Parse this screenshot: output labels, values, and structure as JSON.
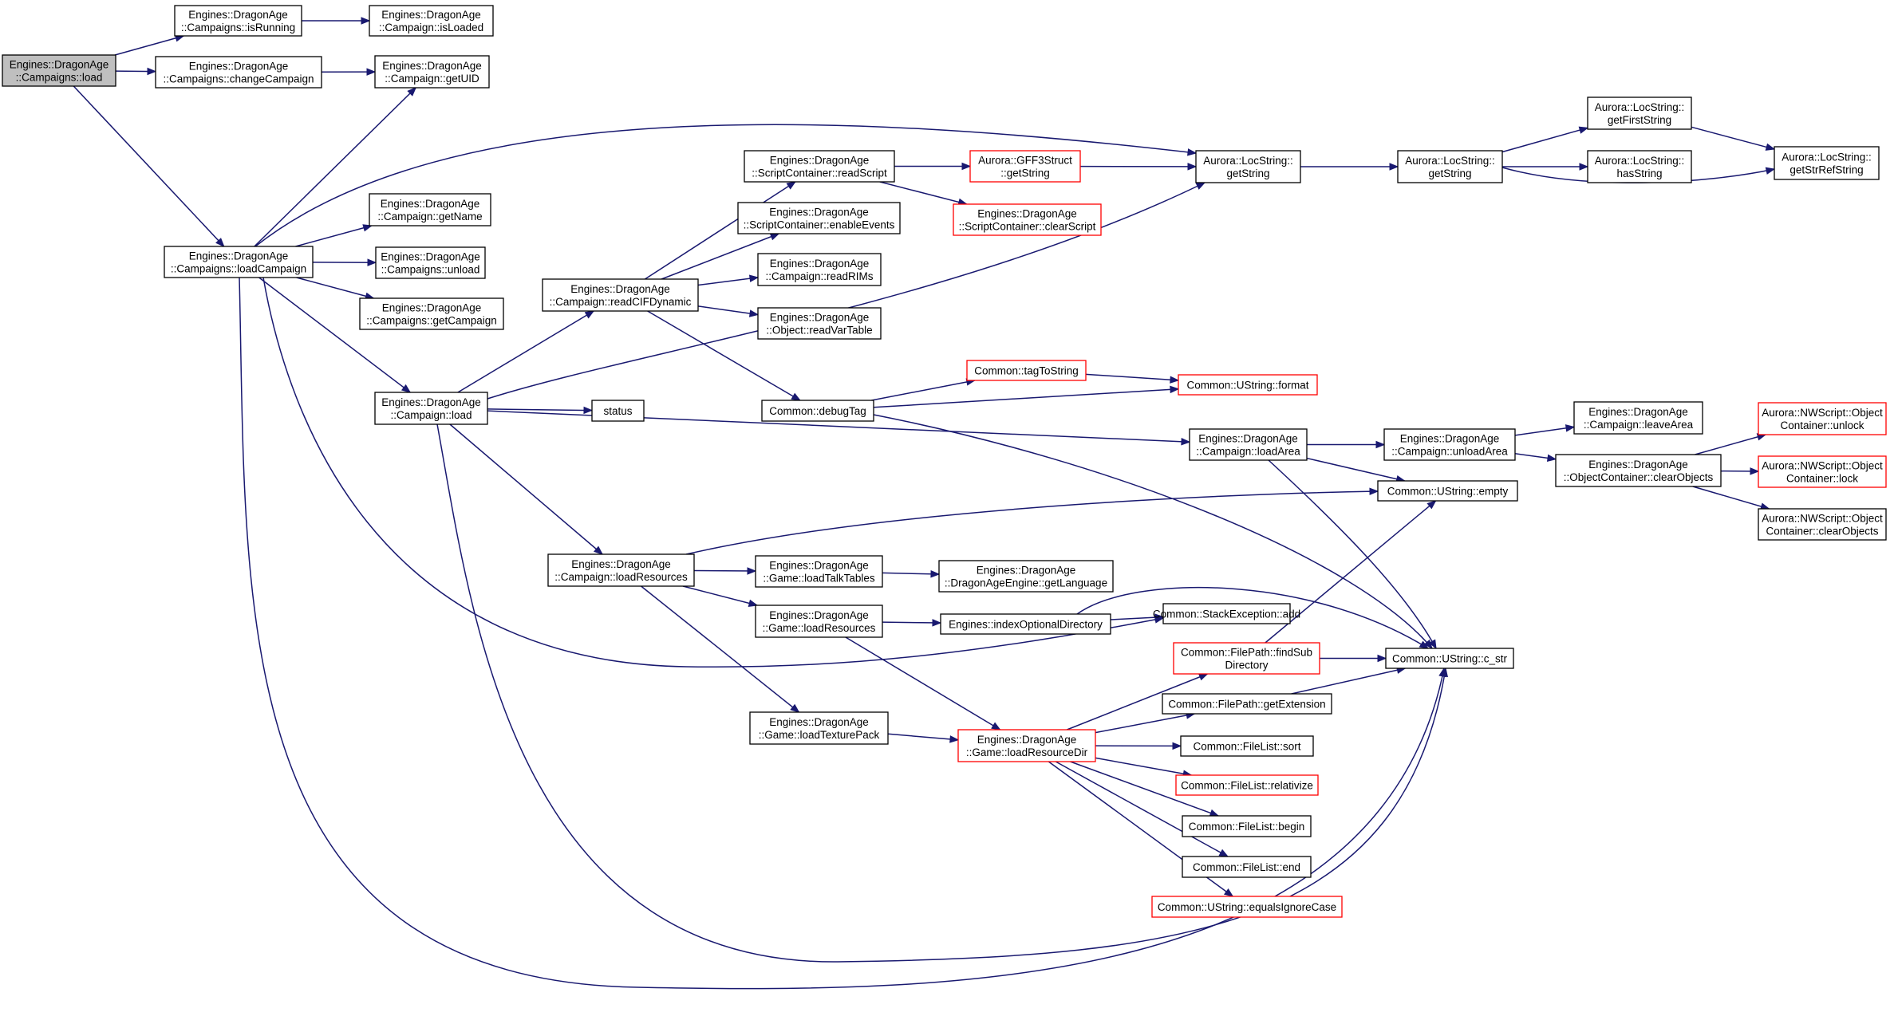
{
  "colors": {
    "edge": "#191970",
    "node_border": "#000000",
    "node_border_truncated": "#ff0000",
    "root_fill": "#bfbfbf",
    "node_fill": "#ffffff"
  },
  "nodes": [
    {
      "id": "n_campaigns_load",
      "lines": [
        "Engines::DragonAge",
        "::Campaigns::load"
      ],
      "kind": "root"
    },
    {
      "id": "n_isRunning",
      "lines": [
        "Engines::DragonAge",
        "::Campaigns::isRunning"
      ],
      "kind": "normal"
    },
    {
      "id": "n_isLoaded",
      "lines": [
        "Engines::DragonAge",
        "::Campaign::isLoaded"
      ],
      "kind": "normal"
    },
    {
      "id": "n_changeCampaign",
      "lines": [
        "Engines::DragonAge",
        "::Campaigns::changeCampaign"
      ],
      "kind": "normal"
    },
    {
      "id": "n_getUID",
      "lines": [
        "Engines::DragonAge",
        "::Campaign::getUID"
      ],
      "kind": "normal"
    },
    {
      "id": "n_loadCampaign",
      "lines": [
        "Engines::DragonAge",
        "::Campaigns::loadCampaign"
      ],
      "kind": "normal"
    },
    {
      "id": "n_getName",
      "lines": [
        "Engines::DragonAge",
        "::Campaign::getName"
      ],
      "kind": "normal"
    },
    {
      "id": "n_unload",
      "lines": [
        "Engines::DragonAge",
        "::Campaigns::unload"
      ],
      "kind": "normal"
    },
    {
      "id": "n_getCampaign",
      "lines": [
        "Engines::DragonAge",
        "::Campaigns::getCampaign"
      ],
      "kind": "normal"
    },
    {
      "id": "n_campaign_load",
      "lines": [
        "Engines::DragonAge",
        "::Campaign::load"
      ],
      "kind": "normal"
    },
    {
      "id": "n_readCIFDynamic",
      "lines": [
        "Engines::DragonAge",
        "::Campaign::readCIFDynamic"
      ],
      "kind": "normal"
    },
    {
      "id": "n_readScript",
      "lines": [
        "Engines::DragonAge",
        "::ScriptContainer::readScript"
      ],
      "kind": "normal"
    },
    {
      "id": "n_enableEvents",
      "lines": [
        "Engines::DragonAge",
        "::ScriptContainer::enableEvents"
      ],
      "kind": "normal"
    },
    {
      "id": "n_readRIMs",
      "lines": [
        "Engines::DragonAge",
        "::Campaign::readRIMs"
      ],
      "kind": "normal"
    },
    {
      "id": "n_readVarTable",
      "lines": [
        "Engines::DragonAge",
        "::Object::readVarTable"
      ],
      "kind": "normal"
    },
    {
      "id": "n_gff3_getString",
      "lines": [
        "Aurora::GFF3Struct",
        "::getString"
      ],
      "kind": "truncated"
    },
    {
      "id": "n_clearScript",
      "lines": [
        "Engines::DragonAge",
        "::ScriptContainer::clearScript"
      ],
      "kind": "truncated"
    },
    {
      "id": "n_loc_getString1",
      "lines": [
        "Aurora::LocString::",
        "getString"
      ],
      "kind": "normal"
    },
    {
      "id": "n_loc_getString2",
      "lines": [
        "Aurora::LocString::",
        "getString"
      ],
      "kind": "normal"
    },
    {
      "id": "n_getFirstString",
      "lines": [
        "Aurora::LocString::",
        "getFirstString"
      ],
      "kind": "normal"
    },
    {
      "id": "n_hasString",
      "lines": [
        "Aurora::LocString::",
        "hasString"
      ],
      "kind": "normal"
    },
    {
      "id": "n_getStrRefString",
      "lines": [
        "Aurora::LocString::",
        "getStrRefString"
      ],
      "kind": "normal"
    },
    {
      "id": "n_status",
      "lines": [
        "status"
      ],
      "kind": "normal"
    },
    {
      "id": "n_debugTag",
      "lines": [
        "Common::debugTag"
      ],
      "kind": "normal"
    },
    {
      "id": "n_tagToString",
      "lines": [
        "Common::tagToString"
      ],
      "kind": "truncated"
    },
    {
      "id": "n_format",
      "lines": [
        "Common::UString::format"
      ],
      "kind": "truncated"
    },
    {
      "id": "n_loadArea",
      "lines": [
        "Engines::DragonAge",
        "::Campaign::loadArea"
      ],
      "kind": "normal"
    },
    {
      "id": "n_unloadArea",
      "lines": [
        "Engines::DragonAge",
        "::Campaign::unloadArea"
      ],
      "kind": "normal"
    },
    {
      "id": "n_leaveArea",
      "lines": [
        "Engines::DragonAge",
        "::Campaign::leaveArea"
      ],
      "kind": "normal"
    },
    {
      "id": "n_clearObjects",
      "lines": [
        "Engines::DragonAge",
        "::ObjectContainer::clearObjects"
      ],
      "kind": "normal"
    },
    {
      "id": "n_nw_unlock",
      "lines": [
        "Aurora::NWScript::Object",
        "Container::unlock"
      ],
      "kind": "truncated"
    },
    {
      "id": "n_nw_lock",
      "lines": [
        "Aurora::NWScript::Object",
        "Container::lock"
      ],
      "kind": "truncated"
    },
    {
      "id": "n_nw_clearObjects",
      "lines": [
        "Aurora::NWScript::Object",
        "Container::clearObjects"
      ],
      "kind": "normal"
    },
    {
      "id": "n_empty",
      "lines": [
        "Common::UString::empty"
      ],
      "kind": "normal"
    },
    {
      "id": "n_campaign_loadResources",
      "lines": [
        "Engines::DragonAge",
        "::Campaign::loadResources"
      ],
      "kind": "normal"
    },
    {
      "id": "n_loadTalkTables",
      "lines": [
        "Engines::DragonAge",
        "::Game::loadTalkTables"
      ],
      "kind": "normal"
    },
    {
      "id": "n_getLanguage",
      "lines": [
        "Engines::DragonAge",
        "::DragonAgeEngine::getLanguage"
      ],
      "kind": "normal"
    },
    {
      "id": "n_game_loadResources",
      "lines": [
        "Engines::DragonAge",
        "::Game::loadResources"
      ],
      "kind": "normal"
    },
    {
      "id": "n_indexOptionalDirectory",
      "lines": [
        "Engines::indexOptionalDirectory"
      ],
      "kind": "normal"
    },
    {
      "id": "n_stackAdd",
      "lines": [
        "Common::StackException::add"
      ],
      "kind": "normal"
    },
    {
      "id": "n_c_str",
      "lines": [
        "Common::UString::c_str"
      ],
      "kind": "normal"
    },
    {
      "id": "n_findSubDirectory",
      "lines": [
        "Common::FilePath::findSub",
        "Directory"
      ],
      "kind": "truncated"
    },
    {
      "id": "n_getExtension",
      "lines": [
        "Common::FilePath::getExtension"
      ],
      "kind": "normal"
    },
    {
      "id": "n_loadTexturePack",
      "lines": [
        "Engines::DragonAge",
        "::Game::loadTexturePack"
      ],
      "kind": "normal"
    },
    {
      "id": "n_loadResourceDir",
      "lines": [
        "Engines::DragonAge",
        "::Game::loadResourceDir"
      ],
      "kind": "truncated"
    },
    {
      "id": "n_sort",
      "lines": [
        "Common::FileList::sort"
      ],
      "kind": "normal"
    },
    {
      "id": "n_relativize",
      "lines": [
        "Common::FileList::relativize"
      ],
      "kind": "truncated"
    },
    {
      "id": "n_begin",
      "lines": [
        "Common::FileList::begin"
      ],
      "kind": "normal"
    },
    {
      "id": "n_end",
      "lines": [
        "Common::FileList::end"
      ],
      "kind": "normal"
    },
    {
      "id": "n_equalsIgnoreCase",
      "lines": [
        "Common::UString::equalsIgnoreCase"
      ],
      "kind": "truncated"
    }
  ],
  "edges": [
    {
      "from": "n_campaigns_load",
      "to": "n_isRunning"
    },
    {
      "from": "n_isRunning",
      "to": "n_isLoaded"
    },
    {
      "from": "n_campaigns_load",
      "to": "n_changeCampaign"
    },
    {
      "from": "n_changeCampaign",
      "to": "n_getUID"
    },
    {
      "from": "n_campaigns_load",
      "to": "n_loadCampaign"
    },
    {
      "from": "n_loadCampaign",
      "to": "n_getUID"
    },
    {
      "from": "n_loadCampaign",
      "to": "n_loc_getString1"
    },
    {
      "from": "n_loadCampaign",
      "to": "n_getName"
    },
    {
      "from": "n_loadCampaign",
      "to": "n_unload"
    },
    {
      "from": "n_loadCampaign",
      "to": "n_getCampaign"
    },
    {
      "from": "n_loadCampaign",
      "to": "n_campaign_load"
    },
    {
      "from": "n_loadCampaign",
      "to": "n_stackAdd"
    },
    {
      "from": "n_loadCampaign",
      "to": "n_c_str"
    },
    {
      "from": "n_campaign_load",
      "to": "n_readCIFDynamic"
    },
    {
      "from": "n_campaign_load",
      "to": "n_loc_getString1"
    },
    {
      "from": "n_campaign_load",
      "to": "n_status"
    },
    {
      "from": "n_campaign_load",
      "to": "n_loadArea"
    },
    {
      "from": "n_campaign_load",
      "to": "n_campaign_loadResources"
    },
    {
      "from": "n_campaign_load",
      "to": "n_c_str"
    },
    {
      "from": "n_readCIFDynamic",
      "to": "n_readScript"
    },
    {
      "from": "n_readCIFDynamic",
      "to": "n_enableEvents"
    },
    {
      "from": "n_readCIFDynamic",
      "to": "n_readRIMs"
    },
    {
      "from": "n_readCIFDynamic",
      "to": "n_readVarTable"
    },
    {
      "from": "n_readCIFDynamic",
      "to": "n_debugTag"
    },
    {
      "from": "n_readScript",
      "to": "n_gff3_getString"
    },
    {
      "from": "n_readScript",
      "to": "n_clearScript"
    },
    {
      "from": "n_gff3_getString",
      "to": "n_loc_getString1"
    },
    {
      "from": "n_loc_getString1",
      "to": "n_loc_getString2"
    },
    {
      "from": "n_loc_getString2",
      "to": "n_getFirstString"
    },
    {
      "from": "n_loc_getString2",
      "to": "n_hasString"
    },
    {
      "from": "n_loc_getString2",
      "to": "n_getStrRefString"
    },
    {
      "from": "n_getFirstString",
      "to": "n_getStrRefString"
    },
    {
      "from": "n_debugTag",
      "to": "n_tagToString"
    },
    {
      "from": "n_debugTag",
      "to": "n_format"
    },
    {
      "from": "n_debugTag",
      "to": "n_c_str"
    },
    {
      "from": "n_tagToString",
      "to": "n_format"
    },
    {
      "from": "n_loadArea",
      "to": "n_unloadArea"
    },
    {
      "from": "n_loadArea",
      "to": "n_empty"
    },
    {
      "from": "n_loadArea",
      "to": "n_c_str"
    },
    {
      "from": "n_unloadArea",
      "to": "n_leaveArea"
    },
    {
      "from": "n_unloadArea",
      "to": "n_clearObjects"
    },
    {
      "from": "n_clearObjects",
      "to": "n_nw_unlock"
    },
    {
      "from": "n_clearObjects",
      "to": "n_nw_lock"
    },
    {
      "from": "n_clearObjects",
      "to": "n_nw_clearObjects"
    },
    {
      "from": "n_campaign_loadResources",
      "to": "n_empty"
    },
    {
      "from": "n_campaign_loadResources",
      "to": "n_loadTalkTables"
    },
    {
      "from": "n_campaign_loadResources",
      "to": "n_game_loadResources"
    },
    {
      "from": "n_campaign_loadResources",
      "to": "n_loadTexturePack"
    },
    {
      "from": "n_loadTalkTables",
      "to": "n_getLanguage"
    },
    {
      "from": "n_game_loadResources",
      "to": "n_indexOptionalDirectory"
    },
    {
      "from": "n_game_loadResources",
      "to": "n_loadResourceDir"
    },
    {
      "from": "n_indexOptionalDirectory",
      "to": "n_stackAdd"
    },
    {
      "from": "n_indexOptionalDirectory",
      "to": "n_c_str"
    },
    {
      "from": "n_loadTexturePack",
      "to": "n_loadResourceDir"
    },
    {
      "from": "n_loadResourceDir",
      "to": "n_findSubDirectory"
    },
    {
      "from": "n_loadResourceDir",
      "to": "n_getExtension"
    },
    {
      "from": "n_loadResourceDir",
      "to": "n_sort"
    },
    {
      "from": "n_loadResourceDir",
      "to": "n_relativize"
    },
    {
      "from": "n_loadResourceDir",
      "to": "n_begin"
    },
    {
      "from": "n_loadResourceDir",
      "to": "n_end"
    },
    {
      "from": "n_loadResourceDir",
      "to": "n_equalsIgnoreCase"
    },
    {
      "from": "n_findSubDirectory",
      "to": "n_empty"
    },
    {
      "from": "n_findSubDirectory",
      "to": "n_c_str"
    },
    {
      "from": "n_getExtension",
      "to": "n_c_str"
    }
  ]
}
